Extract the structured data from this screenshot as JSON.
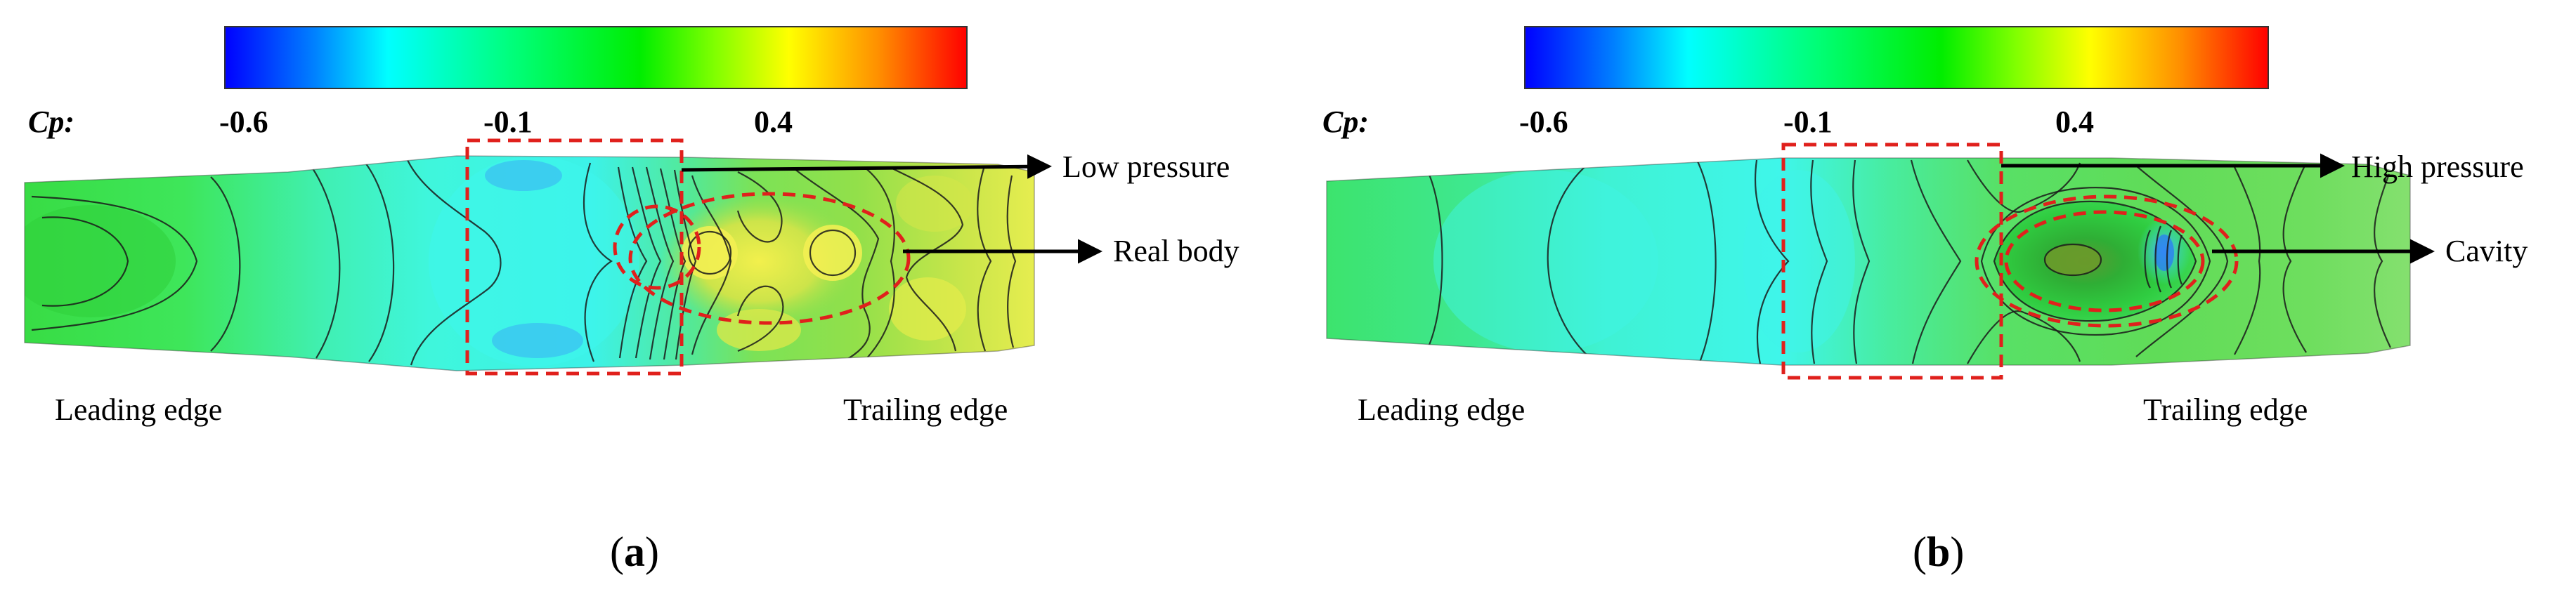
{
  "colorbar": {
    "variable_label": "Cp:",
    "tick_labels": [
      "-0.6",
      "-0.1",
      "0.4"
    ],
    "colors": [
      "#0000ff",
      "#0080ff",
      "#00ffff",
      "#00ff80",
      "#00ff00",
      "#80ff00",
      "#ffff00",
      "#ff8000",
      "#ff0000"
    ]
  },
  "panels": [
    {
      "label_open": "(",
      "label_letter": "a",
      "label_close": ")",
      "leading_edge_label": "Leading edge",
      "trailing_edge_label": "Trailing edge",
      "annotations": [
        {
          "text": "Low pressure"
        },
        {
          "text": "Real body"
        }
      ]
    },
    {
      "label_open": "(",
      "label_letter": "b",
      "label_close": ")",
      "leading_edge_label": "Leading edge",
      "trailing_edge_label": "Trailing edge",
      "annotations": [
        {
          "text": "High pressure"
        },
        {
          "text": "Cavity"
        }
      ]
    }
  ]
}
